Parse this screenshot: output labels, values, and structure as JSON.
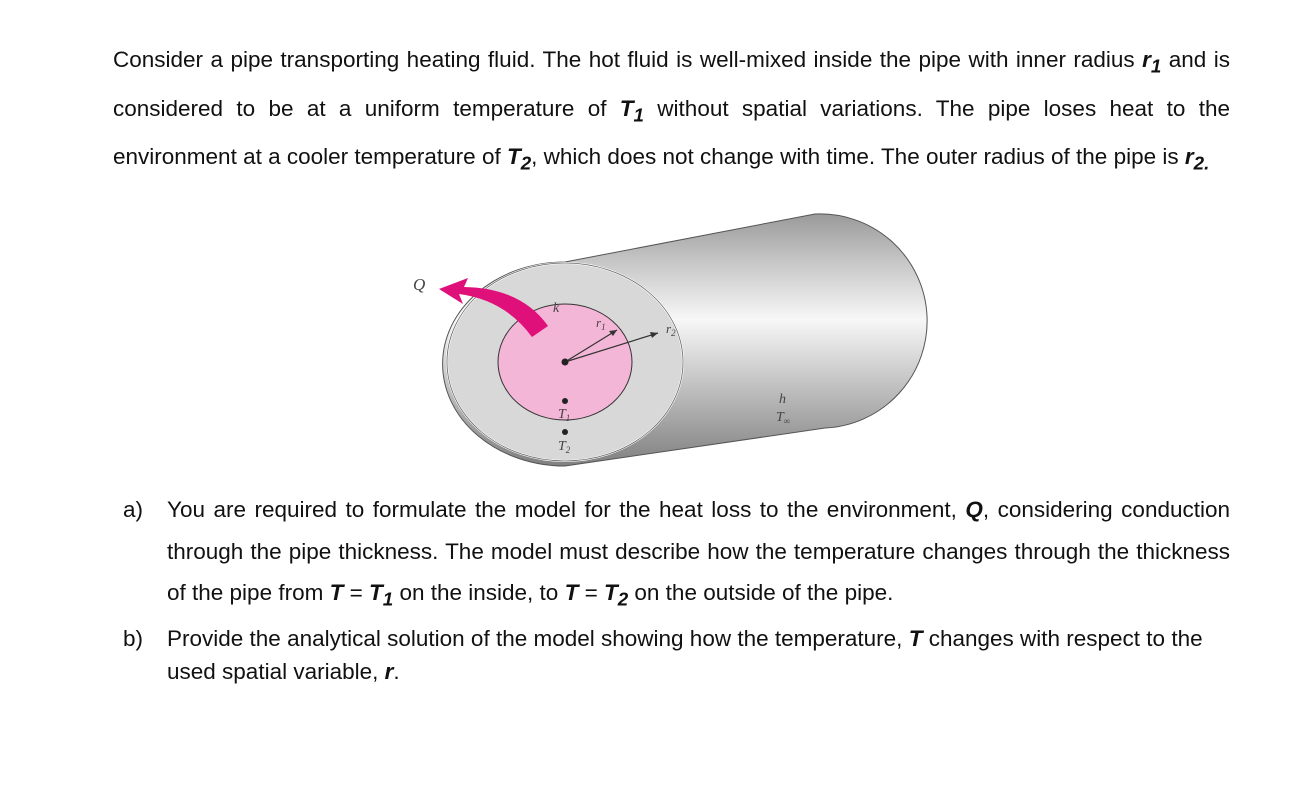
{
  "intro": {
    "p1": "Consider a pipe transporting heating fluid. The hot fluid is well-mixed inside the pipe with inner radius ",
    "r1": "r",
    "r1_sub": "1",
    "p2": " and is considered to be at a uniform temperature of ",
    "T1": "T",
    "T1_sub": "1",
    "p3": " without spatial variations. The pipe loses heat to the environment at a cooler temperature of ",
    "T2": "T",
    "T2_sub": "2",
    "p4": ", which does not change with time.  The outer radius of the pipe is ",
    "r2": "r",
    "r2_sub": "2.",
    "p5": ""
  },
  "figure": {
    "label_Q": "Q",
    "label_k": "k",
    "label_r1": "r",
    "label_r1_sub": "1",
    "label_r2": "r",
    "label_r2_sub": "2",
    "label_T1": "T",
    "label_T1_sub": "1",
    "label_T2": "T",
    "label_T2_sub": "2",
    "label_h": "h",
    "label_Tinf": "T",
    "label_Tinf_sub": "∞",
    "colors": {
      "fluid": "#f4b6d6",
      "arrow": "#e0107a",
      "wall_face": "#d6d6d6",
      "shell_mid": "#ffffff",
      "shell_dark": "#8a8a8a"
    }
  },
  "questions": {
    "a": {
      "marker": "a)",
      "t1": "You are required to formulate the model for the heat loss to the environment, ",
      "Q": "Q",
      "t2": ", considering conduction through the pipe thickness. The model must describe how the temperature changes through the thickness of the pipe from ",
      "T_a": "T",
      "eq1": " = ",
      "T1": "T",
      "T1_sub": "1",
      "t3": " on the inside, to ",
      "T_b": "T",
      "eq2": " = ",
      "T2": "T",
      "T2_sub": "2",
      "t4": " on the outside of the pipe."
    },
    "b": {
      "marker": "b)",
      "t1": "Provide the analytical solution of the model showing how the temperature, ",
      "T": "T",
      "t2": " changes with respect to the used spatial variable, ",
      "r": "r",
      "t3": "."
    }
  }
}
